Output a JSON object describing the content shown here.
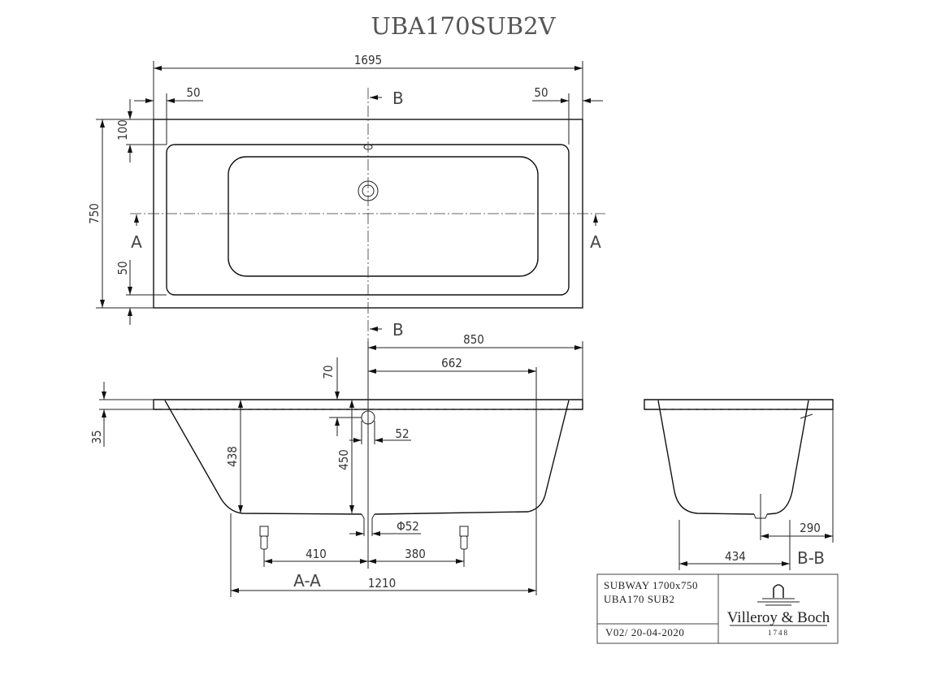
{
  "title": "UBA170SUB2V",
  "top_view": {
    "dims": {
      "length": "1695",
      "rim_left": "50",
      "rim_right": "50",
      "width": "750",
      "rim_top": "100",
      "rim_bottom": "50"
    },
    "section_a": "A",
    "section_b": "B"
  },
  "front_view": {
    "dims": {
      "d850": "850",
      "d662": "662",
      "d70": "70",
      "d35": "35",
      "d438": "438",
      "d450": "450",
      "d52": "52",
      "phi52": "Φ52",
      "d410": "410",
      "d380": "380",
      "d1210": "1210"
    },
    "label": "A-A"
  },
  "side_view": {
    "dims": {
      "d434": "434",
      "d290": "290"
    },
    "label": "B-B"
  },
  "title_block": {
    "line1": "SUBWAY 1700x750",
    "line2": "UBA170 SUB2",
    "version": "V02/ 20-04-2020",
    "brand": "Villeroy & Boch",
    "year": "1748"
  }
}
